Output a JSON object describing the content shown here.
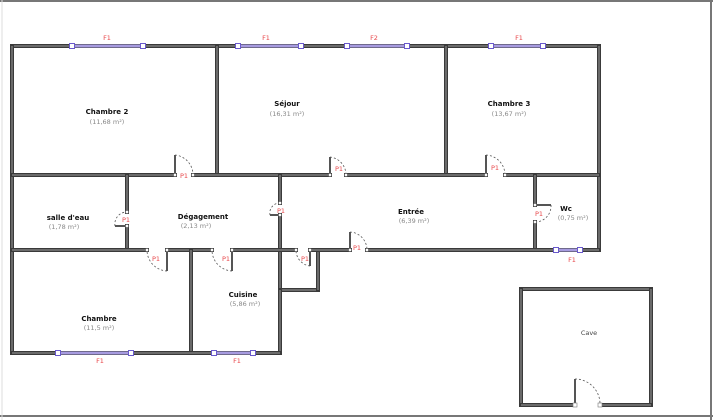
{
  "rooms": [
    {
      "name": "Chambre 2",
      "area": "(11,68 m²)"
    },
    {
      "name": "Séjour",
      "area": "(16,31 m²)"
    },
    {
      "name": "Chambre 3",
      "area": "(13,67 m²)"
    },
    {
      "name": "salle d'eau",
      "area": "(1,78 m²)"
    },
    {
      "name": "Dégagement",
      "area": "(2,13 m²)"
    },
    {
      "name": "Entrée",
      "area": "(6,39 m²)"
    },
    {
      "name": "Wc",
      "area": "(0,75 m²)"
    },
    {
      "name": "Cuisine",
      "area": "(5,86 m²)"
    },
    {
      "name": "Chambre",
      "area": "(11,5 m²)"
    },
    {
      "name": "Cave",
      "area": ""
    }
  ],
  "windows": [
    "F1",
    "F1",
    "F2",
    "F1",
    "F1",
    "F1",
    "F1"
  ],
  "doors": [
    "P1",
    "P1",
    "P1",
    "P1",
    "P1",
    "P1",
    "P1",
    "P1",
    "P1",
    "P1"
  ],
  "colors": {
    "wall": "#3a3a3a",
    "window": "#a79be0",
    "label": "#e8474a"
  }
}
